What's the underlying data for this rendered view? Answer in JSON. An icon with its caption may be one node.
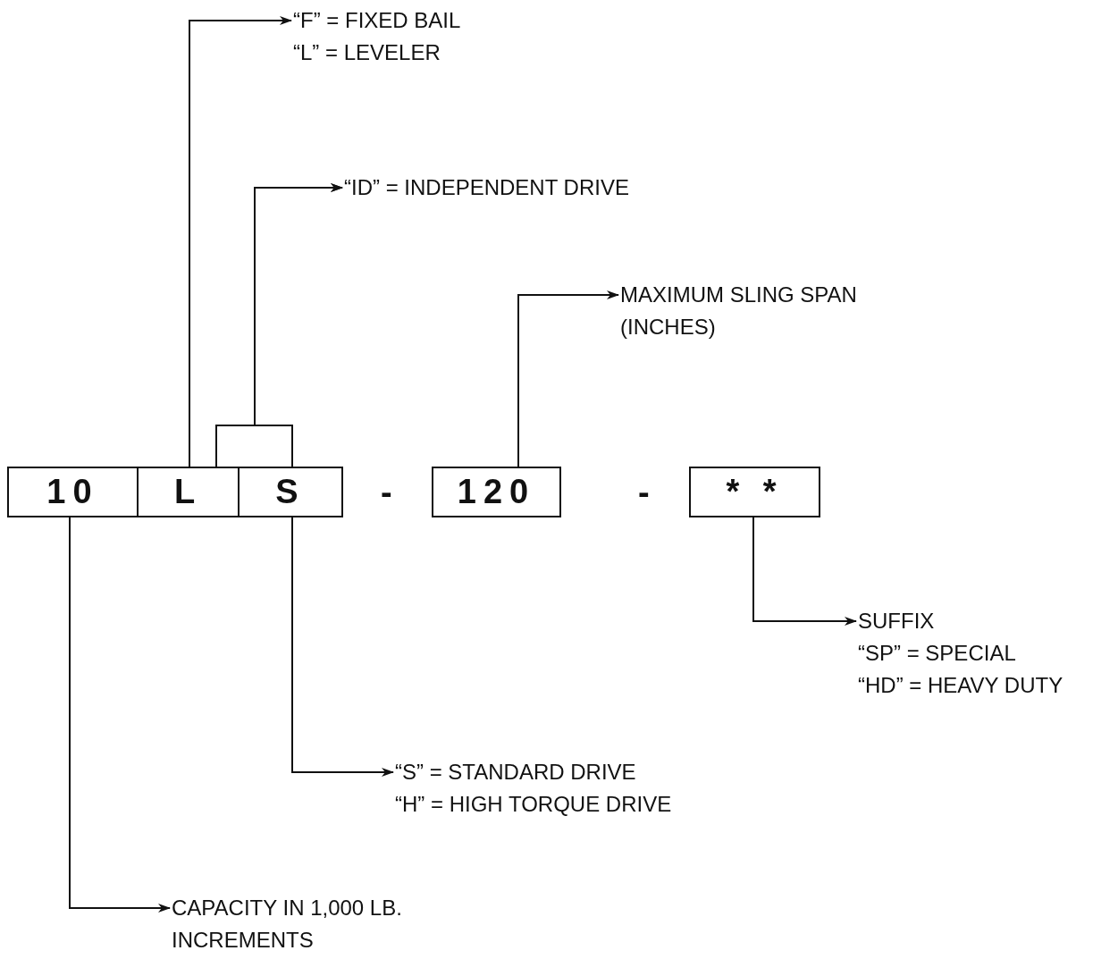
{
  "diagram": {
    "nodes": [
      {
        "text": [
          "10"
        ]
      },
      {
        "text": [
          "L"
        ]
      },
      {
        "text": [
          "S"
        ]
      },
      {
        "text": [
          "120"
        ]
      },
      {
        "text": [
          "* *"
        ]
      },
      {
        "text": [
          "“F” = FIXED BAIL",
          "“L” = LEVELER"
        ]
      },
      {
        "text": [
          "“ID” = INDEPENDENT DRIVE"
        ]
      },
      {
        "text": [
          "MAXIMUM SLING SPAN (INCHES)"
        ]
      },
      {
        "text": [
          "SUFFIX",
          "“SP” = SPECIAL",
          "“HD” = HEAVY DUTY"
        ]
      },
      {
        "text": [
          "“S” = STANDARD DRIVE",
          "“H” = HIGH TORQUE DRIVE"
        ]
      },
      {
        "text": [
          "CAPACITY IN 1,000 LB. INCREMENTS"
        ]
      }
    ],
    "edges": [
      {
        "from": 1,
        "to": 5,
        "arrow": "to"
      },
      {
        "from": 1,
        "to": 6,
        "arrow": "to"
      },
      {
        "from": 2,
        "to": 6,
        "arrow": "to"
      },
      {
        "from": 3,
        "to": 7,
        "arrow": "to"
      },
      {
        "from": 4,
        "to": 8,
        "arrow": "to"
      },
      {
        "from": 2,
        "to": 9,
        "arrow": "to"
      },
      {
        "from": 0,
        "to": 10,
        "arrow": "to"
      }
    ],
    "labels": [
      "-",
      "-"
    ]
  }
}
